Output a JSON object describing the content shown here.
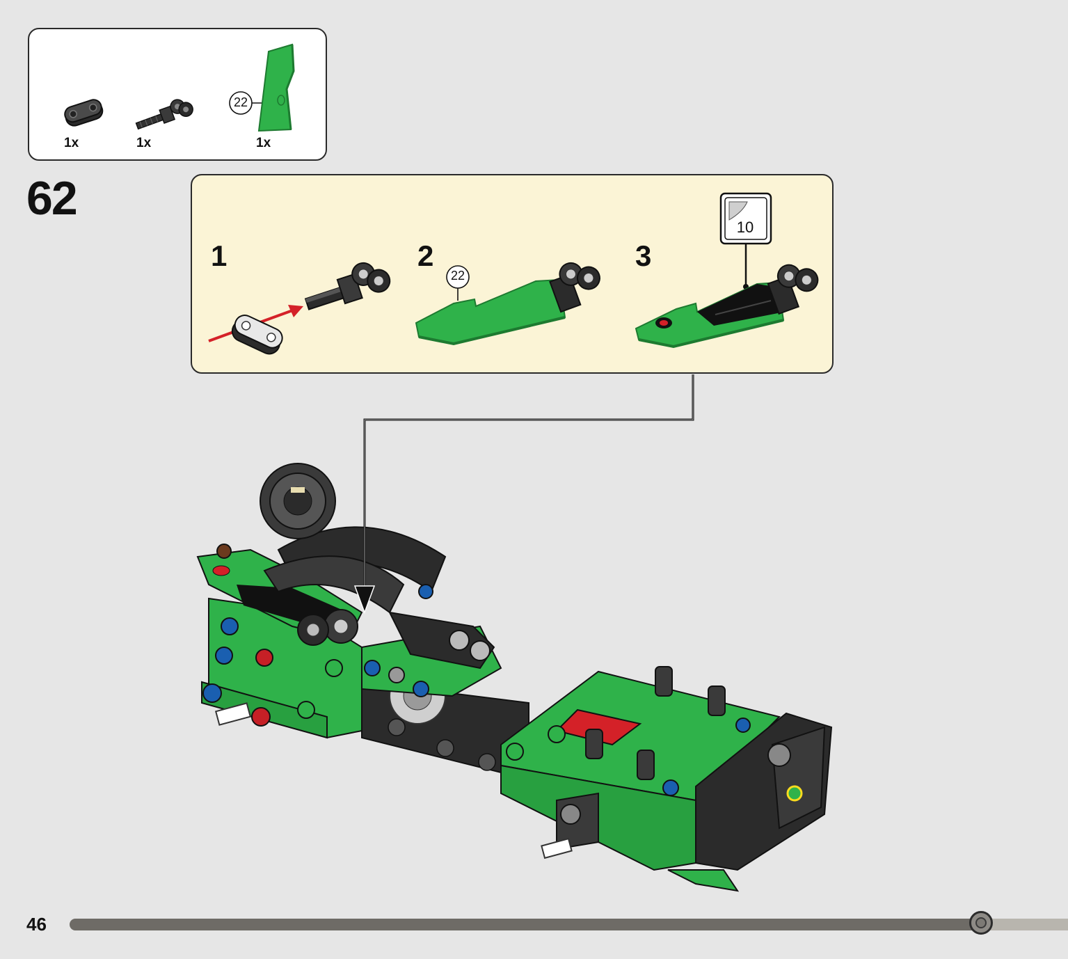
{
  "parts_list": [
    {
      "name": "technic-liftarm-1x2-black",
      "quantity": "1x"
    },
    {
      "name": "technic-axle-pin-connector-black",
      "quantity": "1x"
    },
    {
      "name": "green-panel",
      "quantity": "1x",
      "callout": "22"
    }
  ],
  "step": {
    "number": "62"
  },
  "sub_steps": [
    {
      "number": "1"
    },
    {
      "number": "2",
      "callout": "22"
    },
    {
      "number": "3",
      "sticker": "10"
    }
  ],
  "page": {
    "number": "46",
    "progress_percent": 91.3
  },
  "colors": {
    "green": "#2fb24a",
    "green_dark": "#1d7a30",
    "black_part": "#2b2b2b",
    "arrow_red": "#d42128",
    "sub_box_bg": "#fbf4d6",
    "page_bg": "#e6e6e6"
  }
}
